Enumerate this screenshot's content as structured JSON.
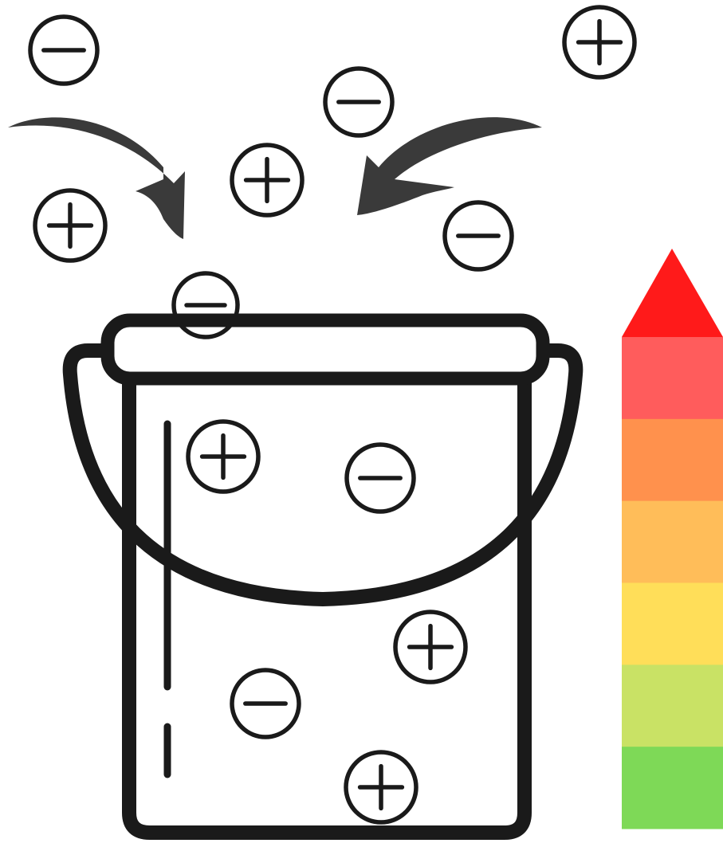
{
  "charges": {
    "outside_bucket": [
      "minus",
      "plus",
      "minus",
      "plus",
      "plus",
      "minus",
      "minus"
    ],
    "inside_bucket": [
      "plus",
      "minus",
      "plus",
      "minus",
      "plus"
    ]
  },
  "icons": {
    "left_arrow": "curved-arrow-icon",
    "right_arrow": "curved-arrow-icon",
    "bucket": "bucket-icon",
    "level_arrow": "up-arrow-icon"
  },
  "level_meter": {
    "tip_color": "#ff1a1a",
    "segments_top_to_bottom": [
      "#ff5c5c",
      "#ff914d",
      "#ffbd59",
      "#ffde59",
      "#c9e265",
      "#7ed957"
    ]
  },
  "colors": {
    "ink": "#1a1a1a",
    "arrow": "#3a3a3a",
    "background": "#ffffff"
  }
}
